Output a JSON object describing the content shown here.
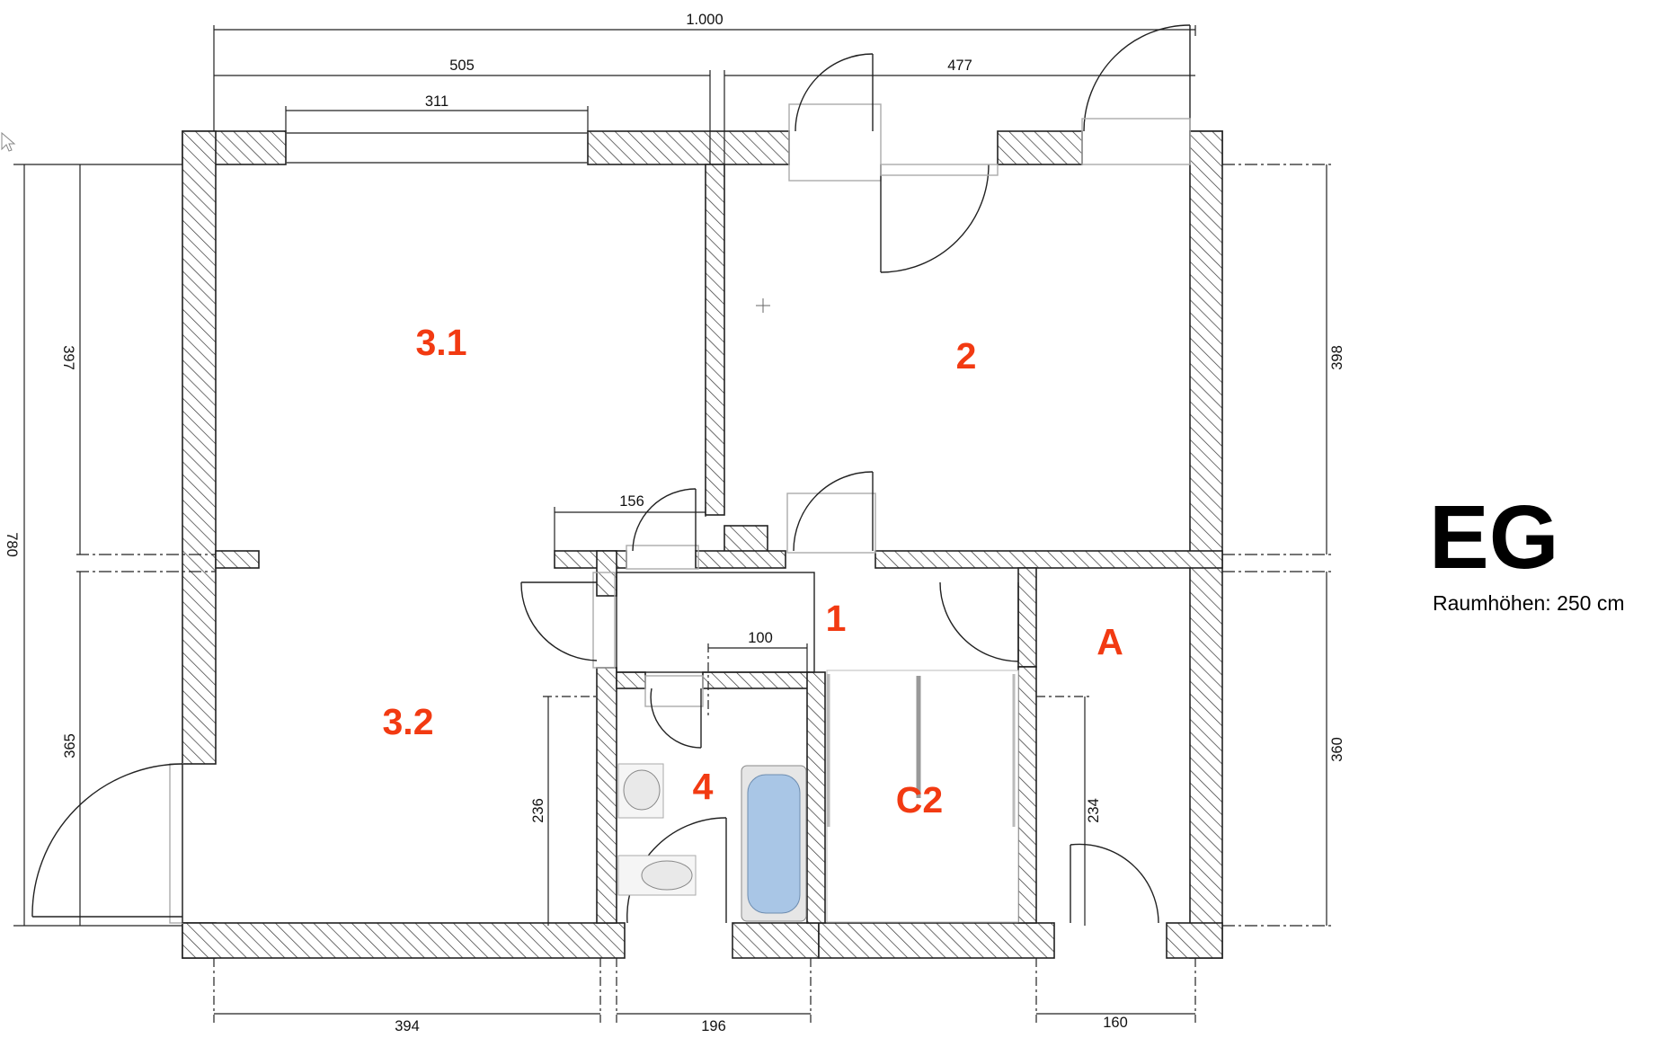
{
  "floor": {
    "label": "EG",
    "subtitle": "Raumhöhen: 250 cm"
  },
  "rooms": [
    "3.1",
    "2",
    "1",
    "A",
    "3.2",
    "4",
    "C2"
  ],
  "dimensions": {
    "total_width": "1.000",
    "left_width": "505",
    "right_width": "477",
    "top_window": "311",
    "total_height": "780",
    "left_upper": "397",
    "left_lower": "365",
    "right_upper": "398",
    "right_lower": "360",
    "hall_opening": "156",
    "bath_opening": "100",
    "left_room_height": "236",
    "storage_height": "234",
    "bottom_left": "394",
    "bottom_bath": "196",
    "bottom_storage": "160"
  },
  "colors": {
    "room_label": "#f23a12",
    "wall_stroke": "#222222",
    "bathtub": "#a9c6e6"
  }
}
